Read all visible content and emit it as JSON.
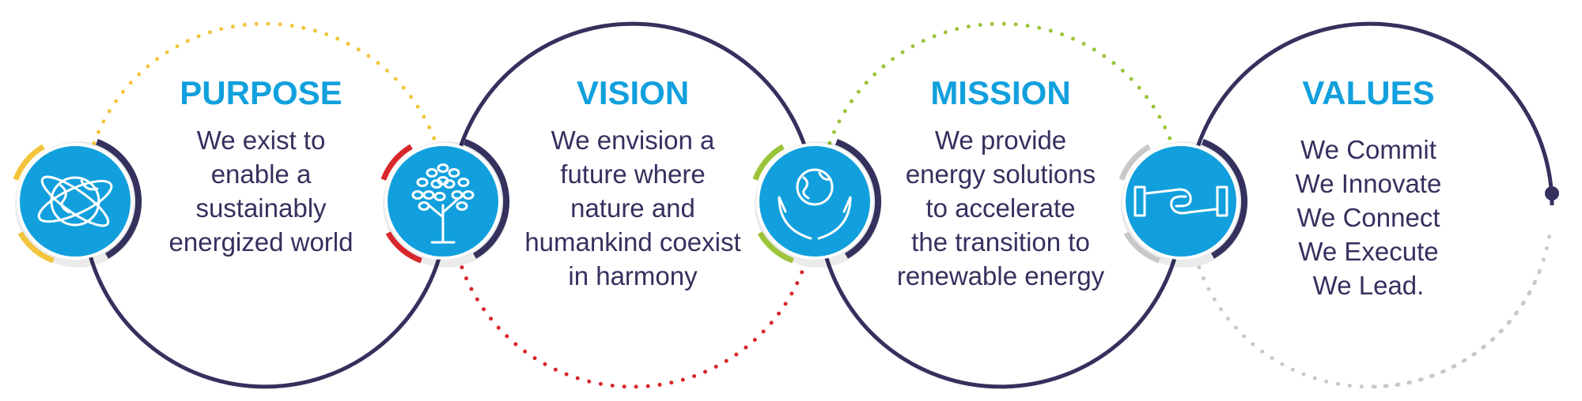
{
  "colors": {
    "navy": "#34315e",
    "blue": "#11a0dd",
    "yellow": "#f2c53c",
    "red": "#d8262a",
    "green": "#9cc43a",
    "gray": "#c8c8c8",
    "white": "#ffffff"
  },
  "steps": [
    {
      "key": "purpose",
      "title": "PURPOSE",
      "lines": [
        "We exist to",
        "enable a",
        "sustainably",
        "energized world"
      ],
      "icon": "globe-orbit-icon",
      "accent": "#f2c53c"
    },
    {
      "key": "vision",
      "title": "VISION",
      "lines": [
        "We envision a",
        "future where",
        "nature and",
        "humankind coexist",
        "in harmony"
      ],
      "icon": "tree-icon",
      "accent": "#d8262a"
    },
    {
      "key": "mission",
      "title": "MISSION",
      "lines": [
        "We provide",
        "energy solutions",
        "to accelerate",
        "the transition to",
        "renewable energy"
      ],
      "icon": "hands-globe-icon",
      "accent": "#9cc43a"
    },
    {
      "key": "values",
      "title": "VALUES",
      "lines": [
        "We Commit",
        "We Innovate",
        "We Connect",
        "We Execute",
        "We Lead."
      ],
      "icon": "handshake-icon",
      "accent": "#c8c8c8"
    }
  ]
}
